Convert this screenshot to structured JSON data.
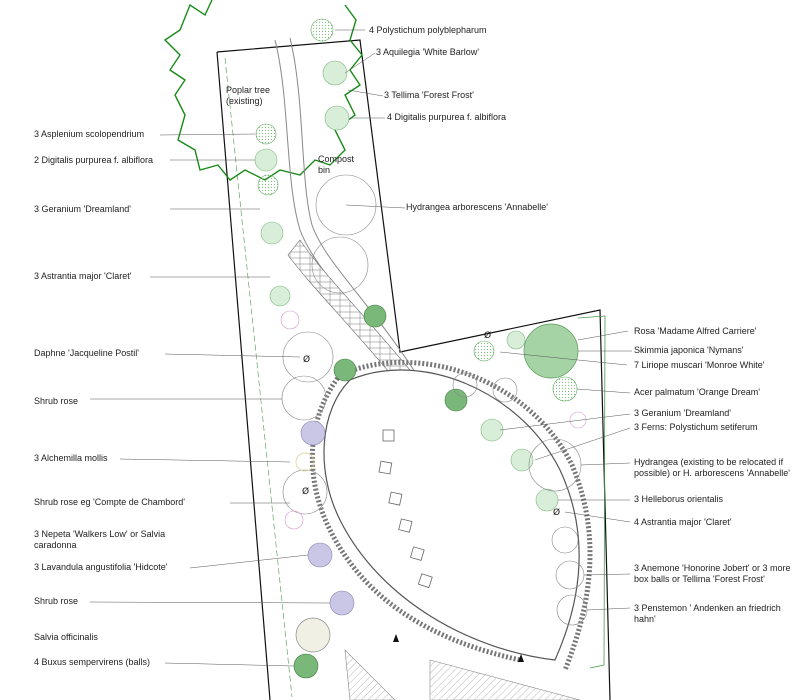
{
  "plan_labels": {
    "poplar": "Poplar tree (existing)",
    "compost": "Compost bin"
  },
  "left_labels": [
    "3 Asplenium scolopendrium",
    "2 Digitalis purpurea f. albiflora",
    "3 Geranium 'Dreamland'",
    "3 Astrantia major 'Claret'",
    "Daphne 'Jacqueline Postil'",
    "Shrub rose",
    "3 Alchemilla mollis",
    "Shrub rose eg 'Compte de Chambord'",
    "3 Nepeta 'Walkers Low' or Salvia caradonna",
    "3 Lavandula angustifolia 'Hidcote'",
    "Shrub rose",
    "Salvia officinalis",
    "4 Buxus sempervirens (balls)"
  ],
  "right_labels": [
    "4 Polystichum polyblepharum",
    "3 Aquilegia 'White Barlow'",
    "3 Tellima 'Forest Frost'",
    "4 Digitalis purpurea f. albiflora",
    "Hydrangea arborescens 'Annabelle'",
    "Rosa 'Madame Alfred Carriere'",
    "Skimmia japonica 'Nymans'",
    "7 Liriope muscari 'Monroe White'",
    "Acer palmatum 'Orange Dream'",
    "3 Geranium 'Dreamland'",
    "3 Ferns: Polystichum setiferum",
    "Hydrangea (existing to be relocated if possible) or H. arborescens 'Annabelle'",
    "3 Helleborus orientalis",
    "4 Astrantia major 'Claret'",
    "3 Anemone 'Honorine Jobert' or 3 more box balls or Tellima 'Forest Frost'",
    "3 Penstemon ' Andenken an friedrich hahn'"
  ]
}
